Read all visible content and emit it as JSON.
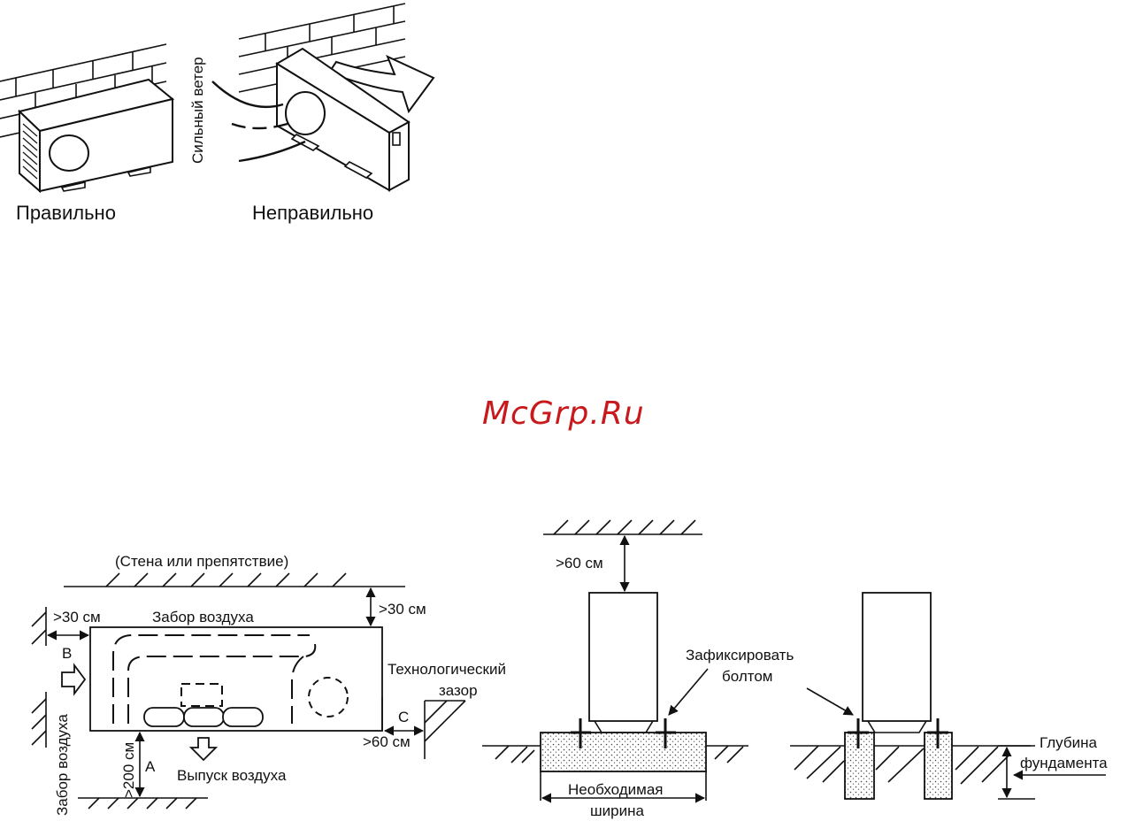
{
  "watermark": "McGrp.Ru",
  "top": {
    "correct_label": "Правильно",
    "wrong_label": "Неправильно",
    "wind_label": "Сильный ветер"
  },
  "clearance": {
    "wall_label": "(Стена или препятствие)",
    "intake_top": "Забор воздуха",
    "intake_left": "Забор воздуха",
    "outlet": "Выпуск воздуха",
    "service_gap_1": "Технологический",
    "service_gap_2": "зазор",
    "gap_top": ">30 см",
    "gap_left": ">30 см",
    "gap_right": ">60 см",
    "gap_bottom": ">200 см",
    "letter_a": "A",
    "letter_b": "B",
    "letter_c": "C"
  },
  "foundation": {
    "gap_top": ">60 см",
    "fix_bolt_1": "Зафиксировать",
    "fix_bolt_2": "болтом",
    "width_1": "Необходимая",
    "width_2": "ширина",
    "depth_1": "Глубина",
    "depth_2": "фундамента"
  }
}
